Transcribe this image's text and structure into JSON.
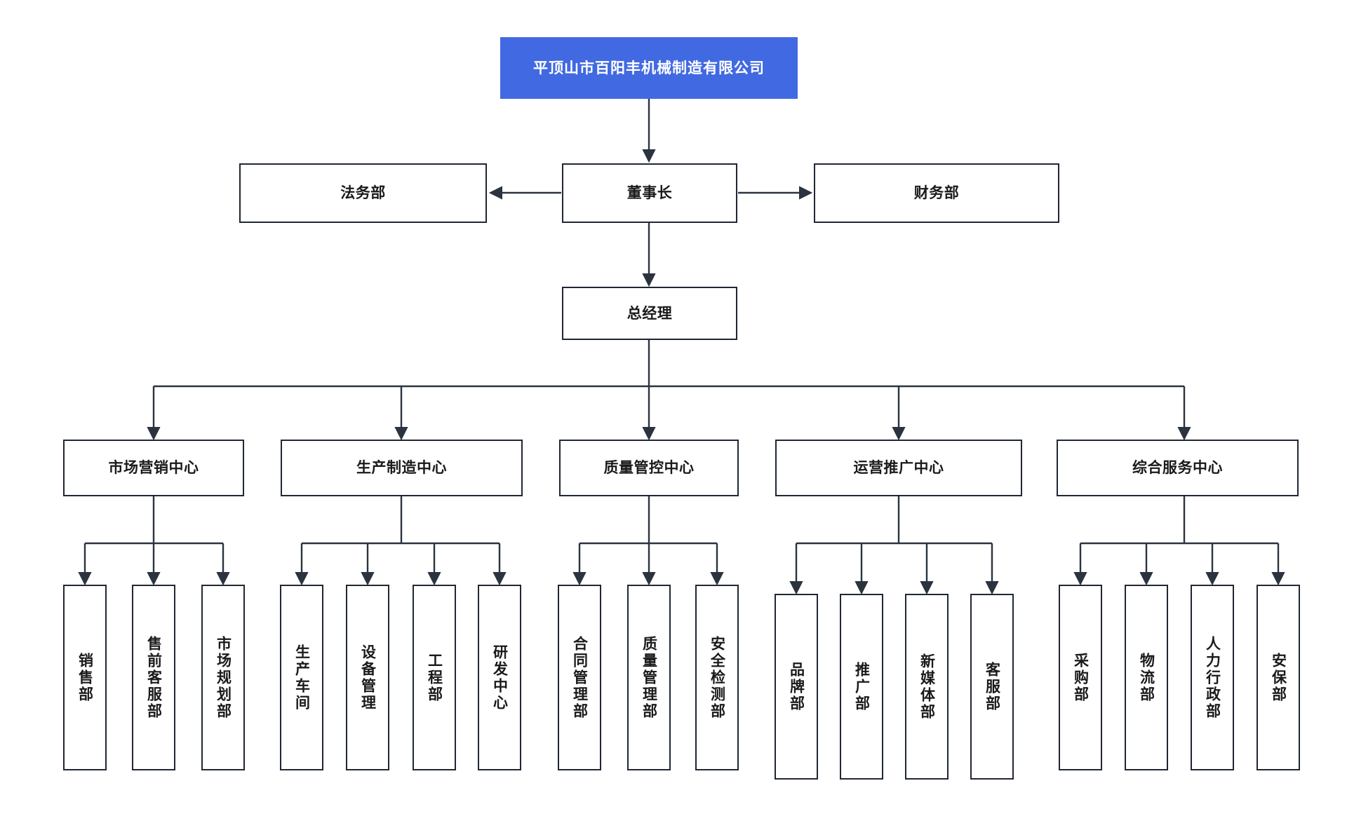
{
  "chart": {
    "type": "org-chart",
    "title": "平顶山市百阳丰机械制造有限公司",
    "colors": {
      "root_fill": "#4169e1",
      "root_text": "#ffffff",
      "box_border": "#1f2733",
      "box_fill": "#ffffff",
      "connector": "#2b333f",
      "text": "#1a1a1a",
      "background": "#ffffff"
    },
    "levels": {
      "root": {
        "label": "平顶山市百阳丰机械制造有限公司"
      },
      "chairman": {
        "label": "董事长"
      },
      "legal": {
        "label": "法务部"
      },
      "finance": {
        "label": "财务部"
      },
      "general_manager": {
        "label": "总经理"
      }
    },
    "centers": [
      {
        "id": "marketing",
        "label": "市场营销中心",
        "departments": [
          {
            "label": "销售部"
          },
          {
            "label": "售前客服部"
          },
          {
            "label": "市场规划部"
          }
        ]
      },
      {
        "id": "production",
        "label": "生产制造中心",
        "departments": [
          {
            "label": "生产车间"
          },
          {
            "label": "设备管理"
          },
          {
            "label": "工程部"
          },
          {
            "label": "研发中心"
          }
        ]
      },
      {
        "id": "quality",
        "label": "质量管控中心",
        "departments": [
          {
            "label": "合同管理部"
          },
          {
            "label": "质量管理部"
          },
          {
            "label": "安全检测部"
          }
        ]
      },
      {
        "id": "operations",
        "label": "运营推广中心",
        "departments": [
          {
            "label": "品牌部"
          },
          {
            "label": "推广部"
          },
          {
            "label": "新媒体部"
          },
          {
            "label": "客服部"
          }
        ]
      },
      {
        "id": "services",
        "label": "综合服务中心",
        "departments": [
          {
            "label": "采购部"
          },
          {
            "label": "物流部"
          },
          {
            "label": "人力行政部"
          },
          {
            "label": "安保部"
          }
        ]
      }
    ]
  }
}
